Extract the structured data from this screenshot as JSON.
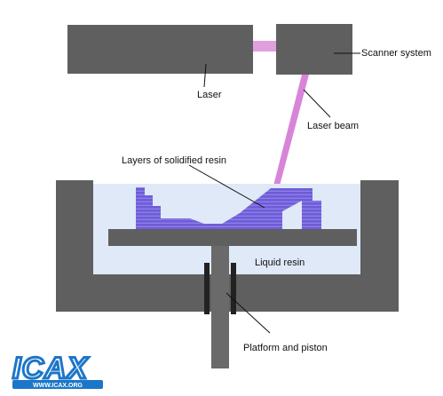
{
  "labels": {
    "laser": "Laser",
    "scanner_system": "Scanner system",
    "laser_beam": "Laser beam",
    "layers": "Layers of solidified resin",
    "liquid_resin": "Liquid resin",
    "platform_piston": "Platform and piston"
  },
  "logo": {
    "name": "ICAX",
    "url": "WWW.ICAX.ORG"
  },
  "colors": {
    "machine_gray": "#5f5f5f",
    "resin_light": "#dfe9f7",
    "layer_blue": "#6e5cd8",
    "beam_pink": "#d884d8",
    "logo_blue": "#1c76c8"
  }
}
